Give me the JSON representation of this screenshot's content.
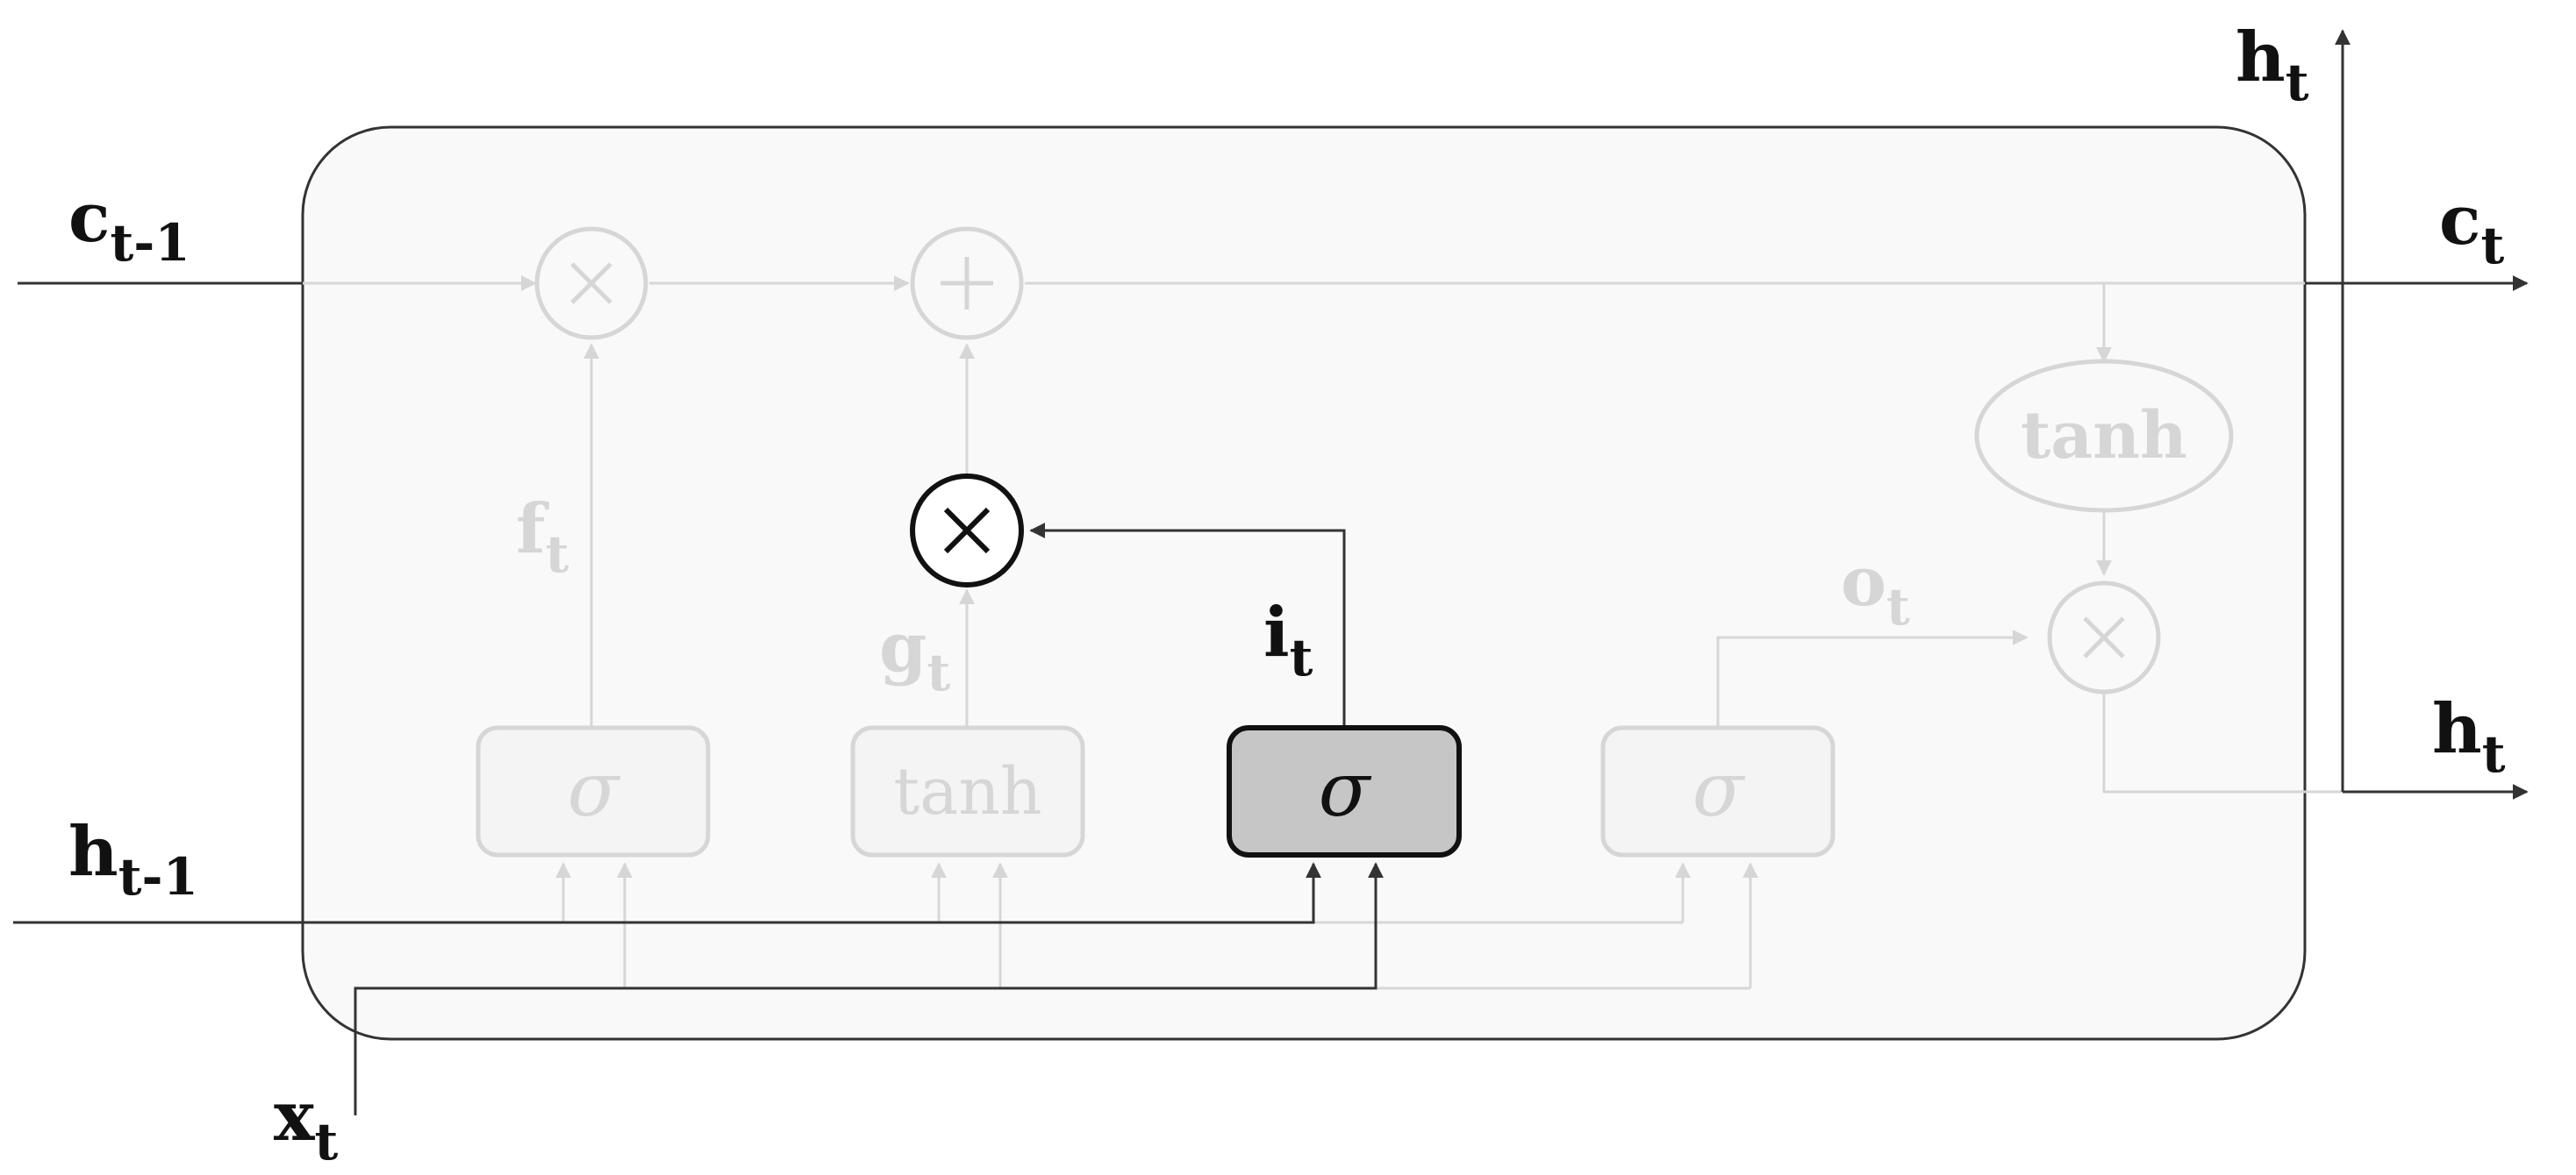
{
  "diagram": {
    "labels": {
      "c_prev": {
        "base": "c",
        "sub": "t-1"
      },
      "h_prev": {
        "base": "h",
        "sub": "t-1"
      },
      "x": {
        "base": "x",
        "sub": "t"
      },
      "c_out": {
        "base": "c",
        "sub": "t"
      },
      "h_top": {
        "base": "h",
        "sub": "t"
      },
      "h_out": {
        "base": "h",
        "sub": "t"
      },
      "f": {
        "base": "f",
        "sub": "t"
      },
      "g": {
        "base": "g",
        "sub": "t"
      },
      "i": {
        "base": "i",
        "sub": "t"
      },
      "o": {
        "base": "o",
        "sub": "t"
      }
    },
    "gates": {
      "forget": "σ",
      "candidate": "tanh",
      "input": "σ",
      "output": "σ"
    },
    "cell_tanh": "tanh",
    "operators": {
      "multiply": "×",
      "add": "+"
    },
    "highlighted_gate": "input",
    "colors": {
      "active": "#111111",
      "faded": "#d6d6d6",
      "cell_fill": "#f9f9f9",
      "highlight_fill": "#c6c6c6"
    }
  }
}
